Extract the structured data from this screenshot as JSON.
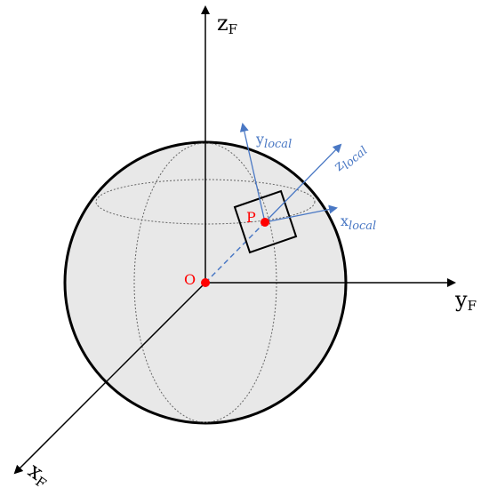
{
  "colors": {
    "background": "#ffffff",
    "sphere_fill": "#e8e8e8",
    "sphere_stroke": "#000000",
    "axis": "#000000",
    "local_axis": "#4a78c4",
    "point": "#ff0000",
    "grid_line": "#666666"
  },
  "global_axes": {
    "z": {
      "main": "z",
      "sub": "F"
    },
    "y": {
      "main": "y",
      "sub": "F"
    },
    "x": {
      "main": "x",
      "sub": "F"
    }
  },
  "local_axes": {
    "y": {
      "main": "y",
      "sub": "local"
    },
    "z": {
      "main": "z",
      "sub": "local"
    },
    "x": {
      "main": "x",
      "sub": "local"
    }
  },
  "points": {
    "origin": "O",
    "surface": "P"
  }
}
